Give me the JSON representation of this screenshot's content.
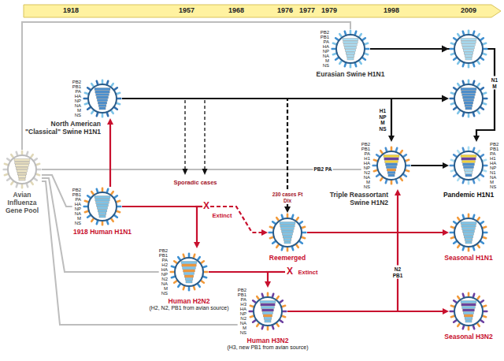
{
  "diagram": {
    "nodes": [
      {
        "text": [
          "PB2 PB1 PA HA NP NA M NS",
          "Eurasian Swine H1N1"
        ]
      },
      {
        "text": [
          "PB2 PB1 PA HA NP NA M NS",
          "North American \"Classical\" Swine H1N1"
        ]
      },
      {
        "text": [
          "Avian Influenza Gene Pool"
        ]
      },
      {
        "text": [
          "PB2 PB1 PA H1 HA NP N2 NA M NS",
          "Triple Reassortant Swine H1N2"
        ]
      },
      {
        "text": [
          "PB2 PB1 PA H1 HA NP N1 NA M NS",
          "Pandemic H1N1"
        ]
      },
      {
        "text": [
          "PB2 PB1 PA HA NP NA M NS",
          "1918 Human H1N1"
        ]
      },
      {
        "text": [
          "Reemerged"
        ]
      },
      {
        "text": [
          "Seasonal H1N1"
        ]
      },
      {
        "text": [
          "PB2 PB1 PA H2 HA NP N2 NA M NS",
          "Human H2N2",
          "(H2, N2, PB1 from avian source)"
        ]
      },
      {
        "text": [
          "PB2 PB1 PA H3 HA NP N2 NA M NS",
          "Human H3N2",
          "(H3, new PB1 from avian source)"
        ]
      },
      {
        "text": [
          "Seasonal H3N2"
        ]
      }
    ],
    "edges": [
      {
        "from": 2,
        "to": 0,
        "arrow": "none"
      },
      {
        "from": 2,
        "to": 3,
        "label": "PB2 PA",
        "arrow": "none"
      },
      {
        "from": 2,
        "to": 5,
        "arrow": "none"
      },
      {
        "from": 2,
        "to": 8,
        "arrow": "none"
      },
      {
        "from": 2,
        "to": 9,
        "arrow": "none"
      },
      {
        "from": 5,
        "to": 1,
        "arrow": "to"
      },
      {
        "from": 5,
        "to": 8,
        "arrow": "to"
      },
      {
        "from": 5,
        "to": 6,
        "arrow": "to"
      },
      {
        "from": 8,
        "to": 9,
        "arrow": "to"
      },
      {
        "from": 1,
        "to": 3,
        "label": "H1 NP M NS",
        "arrow": "to"
      },
      {
        "from": 1,
        "to": 6,
        "label": "230 cases Ft Dix",
        "arrow": "to"
      },
      {
        "from": 0,
        "to": 4,
        "label": "N1 M",
        "arrow": "to"
      },
      {
        "from": 3,
        "to": 4,
        "arrow": "to"
      },
      {
        "from": 6,
        "to": 7,
        "arrow": "to"
      },
      {
        "from": 9,
        "to": 10,
        "arrow": "to"
      },
      {
        "from": 9,
        "to": 3,
        "label": "N2 PB1",
        "arrow": "to"
      }
    ],
    "labels": [
      "1918",
      "1957",
      "1968",
      "1976",
      "1977",
      "1979",
      "1998",
      "2009",
      "Sporadic cases",
      "X",
      "Extinct",
      "X",
      "Extinct"
    ]
  }
}
